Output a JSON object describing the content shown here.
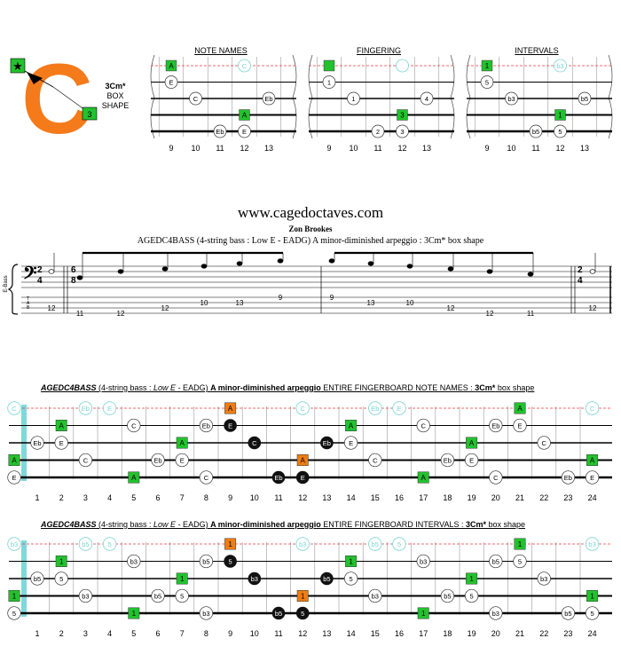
{
  "logo": {
    "letter": "C",
    "star": "★",
    "corner_number": "3"
  },
  "shape_label": {
    "line1": "3Cm*",
    "line2": "BOX",
    "line3": "SHAPE"
  },
  "panels": [
    {
      "title": "NOTE NAMES"
    },
    {
      "title": "FINGERING"
    },
    {
      "title": "INTERVALS"
    }
  ],
  "small_fret_numbers": [
    "9",
    "10",
    "11",
    "12",
    "13"
  ],
  "small_diagrams": {
    "names": [
      {
        "s": 0,
        "f": 9,
        "t": "A",
        "kind": "green"
      },
      {
        "s": 0,
        "f": 12,
        "t": "C",
        "kind": "ghost"
      },
      {
        "s": 1,
        "f": 9,
        "t": "E",
        "kind": "white"
      },
      {
        "s": 2,
        "f": 10,
        "t": "C",
        "kind": "white"
      },
      {
        "s": 2,
        "f": 13,
        "t": "Eb",
        "kind": "white"
      },
      {
        "s": 3,
        "f": 12,
        "t": "A",
        "kind": "green"
      },
      {
        "s": 4,
        "f": 11,
        "t": "Eb",
        "kind": "white"
      },
      {
        "s": 4,
        "f": 12,
        "t": "E",
        "kind": "white"
      }
    ],
    "fingering": [
      {
        "s": 0,
        "f": 9,
        "t": "",
        "kind": "green"
      },
      {
        "s": 0,
        "f": 12,
        "t": "",
        "kind": "ghost"
      },
      {
        "s": 1,
        "f": 9,
        "t": "1",
        "kind": "white"
      },
      {
        "s": 2,
        "f": 10,
        "t": "1",
        "kind": "white"
      },
      {
        "s": 2,
        "f": 13,
        "t": "4",
        "kind": "white"
      },
      {
        "s": 3,
        "f": 12,
        "t": "3",
        "kind": "green"
      },
      {
        "s": 4,
        "f": 11,
        "t": "2",
        "kind": "white"
      },
      {
        "s": 4,
        "f": 12,
        "t": "3",
        "kind": "white"
      }
    ],
    "intervals": [
      {
        "s": 0,
        "f": 9,
        "t": "1",
        "kind": "green"
      },
      {
        "s": 0,
        "f": 12,
        "t": "b3",
        "kind": "ghost"
      },
      {
        "s": 1,
        "f": 9,
        "t": "5",
        "kind": "white"
      },
      {
        "s": 2,
        "f": 10,
        "t": "b3",
        "kind": "white"
      },
      {
        "s": 2,
        "f": 13,
        "t": "b5",
        "kind": "white"
      },
      {
        "s": 3,
        "f": 12,
        "t": "1",
        "kind": "green"
      },
      {
        "s": 4,
        "f": 11,
        "t": "b5",
        "kind": "white"
      },
      {
        "s": 4,
        "f": 12,
        "t": "5",
        "kind": "white"
      }
    ]
  },
  "website": "www.cagedoctaves.com",
  "author": "Zon Brookes",
  "subtitle": "AGEDC4BASS (4-string bass : Low E - EADG) A minor-diminished arpeggio : 3Cm* box shape",
  "notation": {
    "instrument": "E-Bass",
    "time_sig_start": {
      "top": "2",
      "bottom": "4"
    },
    "time_sig_main": {
      "top": "6",
      "bottom": "8"
    },
    "time_sig_end": {
      "top": "2",
      "bottom": "4"
    },
    "tab_label": [
      "T",
      "A",
      "B"
    ],
    "tab_numbers": [
      {
        "t": "12",
        "line": 2
      },
      {
        "t": "11",
        "line": 3
      },
      {
        "t": "12",
        "line": 3
      },
      {
        "t": "12",
        "line": 2
      },
      {
        "t": "10",
        "line": 1
      },
      {
        "t": "13",
        "line": 1
      },
      {
        "t": "9",
        "line": 0
      },
      {
        "t": "9",
        "line": 0
      },
      {
        "t": "13",
        "line": 1
      },
      {
        "t": "10",
        "line": 1
      },
      {
        "t": "12",
        "line": 2
      },
      {
        "t": "12",
        "line": 3
      },
      {
        "t": "11",
        "line": 3
      },
      {
        "t": "12",
        "line": 2
      }
    ]
  },
  "fingerboards": [
    {
      "title_bold_italic": "AGEDC4BASS",
      "title_normal": " (4-string bass : ",
      "title_italic": "Low E",
      "title_normal2": " - EADG) ",
      "title_bold": "A minor-diminished arpeggio",
      "title_mid": "  ENTIRE FINGERBOARD  NOTE NAMES  : ",
      "title_bold2": "3Cm*",
      "title_end": " box shape",
      "notes": [
        {
          "s": 0,
          "f": 0,
          "t": "C",
          "kind": "ghost"
        },
        {
          "s": 0,
          "f": 3,
          "t": "Eb",
          "kind": "ghost"
        },
        {
          "s": 0,
          "f": 4,
          "t": "E",
          "kind": "ghost"
        },
        {
          "s": 0,
          "f": 9,
          "t": "A",
          "kind": "orange"
        },
        {
          "s": 0,
          "f": 12,
          "t": "C",
          "kind": "ghost"
        },
        {
          "s": 0,
          "f": 15,
          "t": "Eb",
          "kind": "ghost"
        },
        {
          "s": 0,
          "f": 16,
          "t": "E",
          "kind": "ghost"
        },
        {
          "s": 0,
          "f": 21,
          "t": "A",
          "kind": "green"
        },
        {
          "s": 0,
          "f": 24,
          "t": "C",
          "kind": "ghost"
        },
        {
          "s": 1,
          "f": 2,
          "t": "A",
          "kind": "green"
        },
        {
          "s": 1,
          "f": 5,
          "t": "C",
          "kind": "white"
        },
        {
          "s": 1,
          "f": 8,
          "t": "Eb",
          "kind": "white"
        },
        {
          "s": 1,
          "f": 9,
          "t": "E",
          "kind": "black"
        },
        {
          "s": 1,
          "f": 14,
          "t": "A",
          "kind": "green"
        },
        {
          "s": 1,
          "f": 17,
          "t": "C",
          "kind": "white"
        },
        {
          "s": 1,
          "f": 20,
          "t": "Eb",
          "kind": "white"
        },
        {
          "s": 1,
          "f": 21,
          "t": "E",
          "kind": "white"
        },
        {
          "s": 2,
          "f": 1,
          "t": "Eb",
          "kind": "white"
        },
        {
          "s": 2,
          "f": 2,
          "t": "E",
          "kind": "white"
        },
        {
          "s": 2,
          "f": 7,
          "t": "A",
          "kind": "green"
        },
        {
          "s": 2,
          "f": 10,
          "t": "C",
          "kind": "black"
        },
        {
          "s": 2,
          "f": 13,
          "t": "Eb",
          "kind": "black"
        },
        {
          "s": 2,
          "f": 14,
          "t": "E",
          "kind": "white"
        },
        {
          "s": 2,
          "f": 19,
          "t": "A",
          "kind": "green"
        },
        {
          "s": 2,
          "f": 22,
          "t": "C",
          "kind": "white"
        },
        {
          "s": 3,
          "f": 0,
          "t": "A",
          "kind": "green"
        },
        {
          "s": 3,
          "f": 3,
          "t": "C",
          "kind": "white"
        },
        {
          "s": 3,
          "f": 6,
          "t": "Eb",
          "kind": "white"
        },
        {
          "s": 3,
          "f": 7,
          "t": "E",
          "kind": "white"
        },
        {
          "s": 3,
          "f": 12,
          "t": "A",
          "kind": "orange"
        },
        {
          "s": 3,
          "f": 15,
          "t": "C",
          "kind": "white"
        },
        {
          "s": 3,
          "f": 18,
          "t": "Eb",
          "kind": "white"
        },
        {
          "s": 3,
          "f": 19,
          "t": "E",
          "kind": "white"
        },
        {
          "s": 3,
          "f": 24,
          "t": "A",
          "kind": "green"
        },
        {
          "s": 4,
          "f": 0,
          "t": "E",
          "kind": "white"
        },
        {
          "s": 4,
          "f": 5,
          "t": "A",
          "kind": "green"
        },
        {
          "s": 4,
          "f": 8,
          "t": "C",
          "kind": "white"
        },
        {
          "s": 4,
          "f": 11,
          "t": "Eb",
          "kind": "black"
        },
        {
          "s": 4,
          "f": 12,
          "t": "E",
          "kind": "black"
        },
        {
          "s": 4,
          "f": 17,
          "t": "A",
          "kind": "green"
        },
        {
          "s": 4,
          "f": 20,
          "t": "C",
          "kind": "white"
        },
        {
          "s": 4,
          "f": 23,
          "t": "Eb",
          "kind": "white"
        },
        {
          "s": 4,
          "f": 24,
          "t": "E",
          "kind": "white"
        }
      ]
    },
    {
      "title_bold_italic": "AGEDC4BASS",
      "title_normal": " (4-string bass : ",
      "title_italic": "Low E",
      "title_normal2": " - EADG) ",
      "title_bold": "A minor-diminished arpeggio",
      "title_mid": "  ENTIRE FINGERBOARD  INTERVALS  : ",
      "title_bold2": "3Cm*",
      "title_end": " box shape",
      "notes": [
        {
          "s": 0,
          "f": 0,
          "t": "b3",
          "kind": "ghost"
        },
        {
          "s": 0,
          "f": 3,
          "t": "b5",
          "kind": "ghost"
        },
        {
          "s": 0,
          "f": 4,
          "t": "5",
          "kind": "ghost"
        },
        {
          "s": 0,
          "f": 9,
          "t": "1",
          "kind": "orange"
        },
        {
          "s": 0,
          "f": 12,
          "t": "b3",
          "kind": "ghost"
        },
        {
          "s": 0,
          "f": 15,
          "t": "b5",
          "kind": "ghost"
        },
        {
          "s": 0,
          "f": 16,
          "t": "5",
          "kind": "ghost"
        },
        {
          "s": 0,
          "f": 21,
          "t": "1",
          "kind": "green"
        },
        {
          "s": 0,
          "f": 24,
          "t": "b3",
          "kind": "ghost"
        },
        {
          "s": 1,
          "f": 2,
          "t": "1",
          "kind": "green"
        },
        {
          "s": 1,
          "f": 5,
          "t": "b3",
          "kind": "white"
        },
        {
          "s": 1,
          "f": 8,
          "t": "b5",
          "kind": "white"
        },
        {
          "s": 1,
          "f": 9,
          "t": "5",
          "kind": "black"
        },
        {
          "s": 1,
          "f": 14,
          "t": "1",
          "kind": "green"
        },
        {
          "s": 1,
          "f": 17,
          "t": "b3",
          "kind": "white"
        },
        {
          "s": 1,
          "f": 20,
          "t": "b5",
          "kind": "white"
        },
        {
          "s": 1,
          "f": 21,
          "t": "5",
          "kind": "white"
        },
        {
          "s": 2,
          "f": 1,
          "t": "b5",
          "kind": "white"
        },
        {
          "s": 2,
          "f": 2,
          "t": "5",
          "kind": "white"
        },
        {
          "s": 2,
          "f": 7,
          "t": "1",
          "kind": "green"
        },
        {
          "s": 2,
          "f": 10,
          "t": "b3",
          "kind": "black"
        },
        {
          "s": 2,
          "f": 13,
          "t": "b5",
          "kind": "black"
        },
        {
          "s": 2,
          "f": 14,
          "t": "5",
          "kind": "white"
        },
        {
          "s": 2,
          "f": 19,
          "t": "1",
          "kind": "green"
        },
        {
          "s": 2,
          "f": 22,
          "t": "b3",
          "kind": "white"
        },
        {
          "s": 3,
          "f": 0,
          "t": "1",
          "kind": "green"
        },
        {
          "s": 3,
          "f": 3,
          "t": "b3",
          "kind": "white"
        },
        {
          "s": 3,
          "f": 6,
          "t": "b5",
          "kind": "white"
        },
        {
          "s": 3,
          "f": 7,
          "t": "5",
          "kind": "white"
        },
        {
          "s": 3,
          "f": 12,
          "t": "1",
          "kind": "orange"
        },
        {
          "s": 3,
          "f": 15,
          "t": "b3",
          "kind": "white"
        },
        {
          "s": 3,
          "f": 18,
          "t": "b5",
          "kind": "white"
        },
        {
          "s": 3,
          "f": 19,
          "t": "5",
          "kind": "white"
        },
        {
          "s": 3,
          "f": 24,
          "t": "1",
          "kind": "green"
        },
        {
          "s": 4,
          "f": 0,
          "t": "5",
          "kind": "white"
        },
        {
          "s": 4,
          "f": 5,
          "t": "1",
          "kind": "green"
        },
        {
          "s": 4,
          "f": 8,
          "t": "b3",
          "kind": "white"
        },
        {
          "s": 4,
          "f": 11,
          "t": "b5",
          "kind": "black"
        },
        {
          "s": 4,
          "f": 12,
          "t": "5",
          "kind": "black"
        },
        {
          "s": 4,
          "f": 17,
          "t": "1",
          "kind": "green"
        },
        {
          "s": 4,
          "f": 20,
          "t": "b3",
          "kind": "white"
        },
        {
          "s": 4,
          "f": 23,
          "t": "b5",
          "kind": "white"
        },
        {
          "s": 4,
          "f": 24,
          "t": "5",
          "kind": "white"
        }
      ]
    }
  ],
  "fret_numbers": [
    "1",
    "2",
    "3",
    "4",
    "5",
    "6",
    "7",
    "8",
    "9",
    "10",
    "11",
    "12",
    "13",
    "14",
    "15",
    "16",
    "17",
    "18",
    "19",
    "20",
    "21",
    "22",
    "23",
    "24"
  ],
  "colors": {
    "green": "#22c22e",
    "orange": "#f07d10",
    "logo": "#f47a1a",
    "ghost": "#7fd3d3",
    "redline": "#e63c3c",
    "nut": "#7fd9d9"
  }
}
